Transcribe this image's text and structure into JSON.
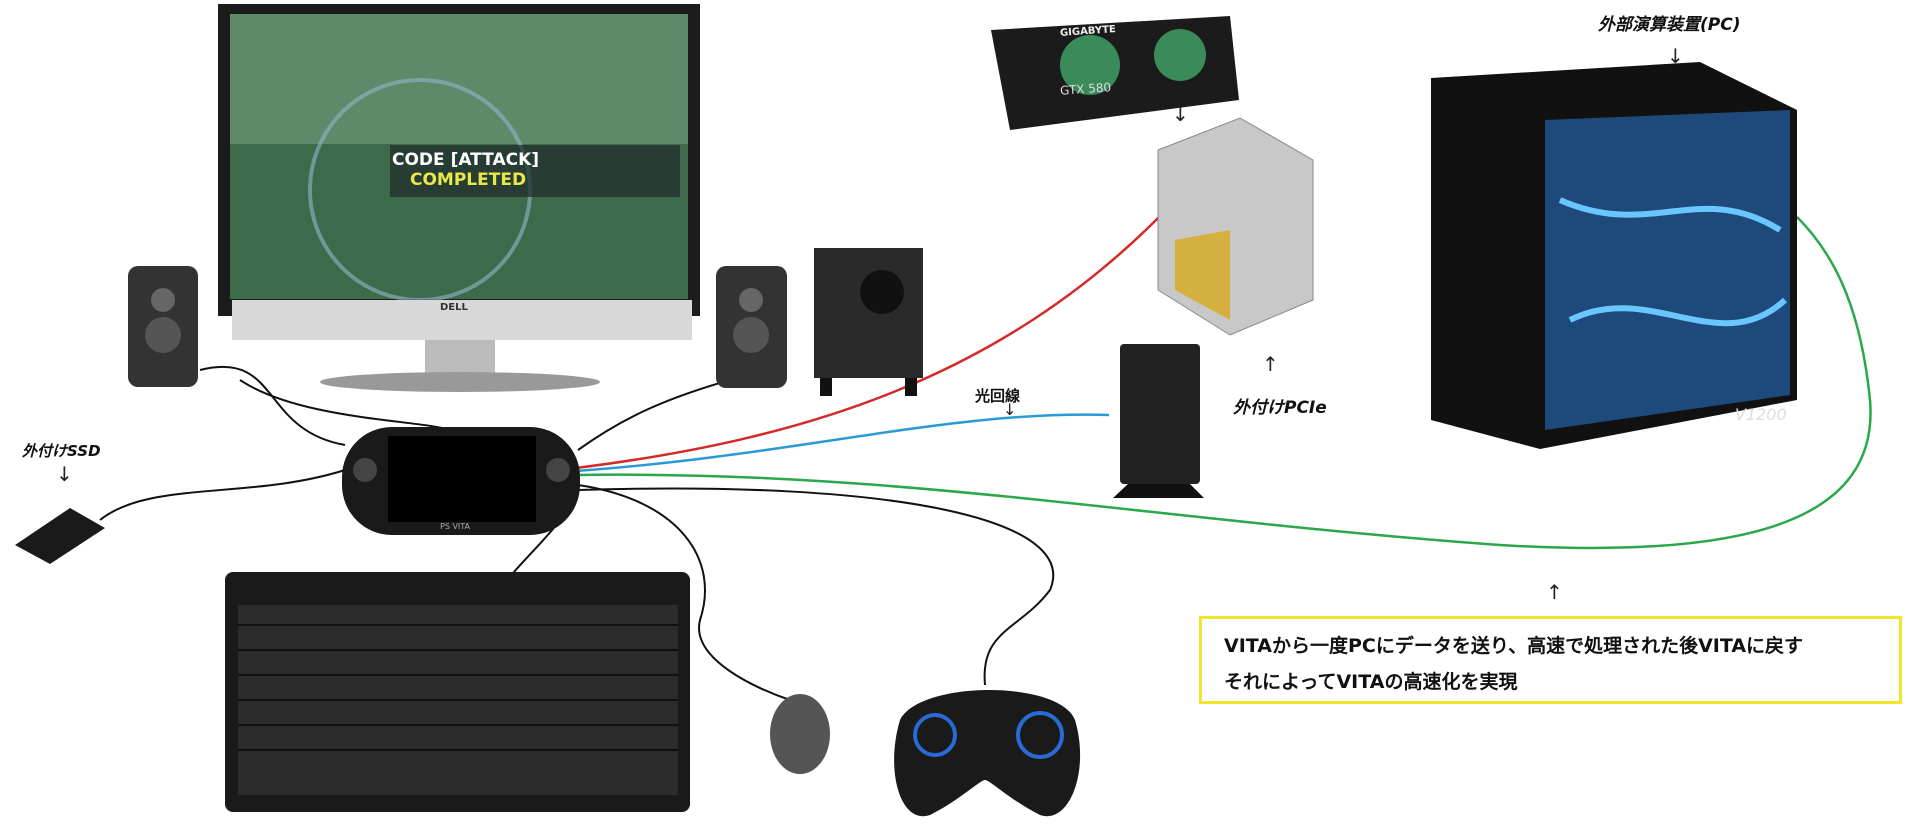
{
  "labels": {
    "pc": "外部演算装置(PC)",
    "ssd": "外付けSSD",
    "pcie": "外付けPCIe",
    "fiber": "光回線",
    "arrow_down": "↓",
    "arrow_up": "↑"
  },
  "screen": {
    "game_title": "CODE [ATTACK]",
    "game_status": "COMPLETED",
    "monitor_brand": "DELL"
  },
  "gpu": {
    "brand": "GIGABYTE",
    "model": "GTX 580"
  },
  "pc_case": {
    "model": "V1200"
  },
  "vita": {
    "brand": "PS VITA"
  },
  "note": {
    "line1": "VITAから一度PCにデータを送り、高速で処理された後VITAに戻す",
    "line2": "それによってVITAの高速化を実現"
  },
  "colors": {
    "red_cable": "#d42a2a",
    "blue_cable": "#2a9ad4",
    "green_cable": "#2aa84a",
    "note_border": "#f2e62a"
  }
}
